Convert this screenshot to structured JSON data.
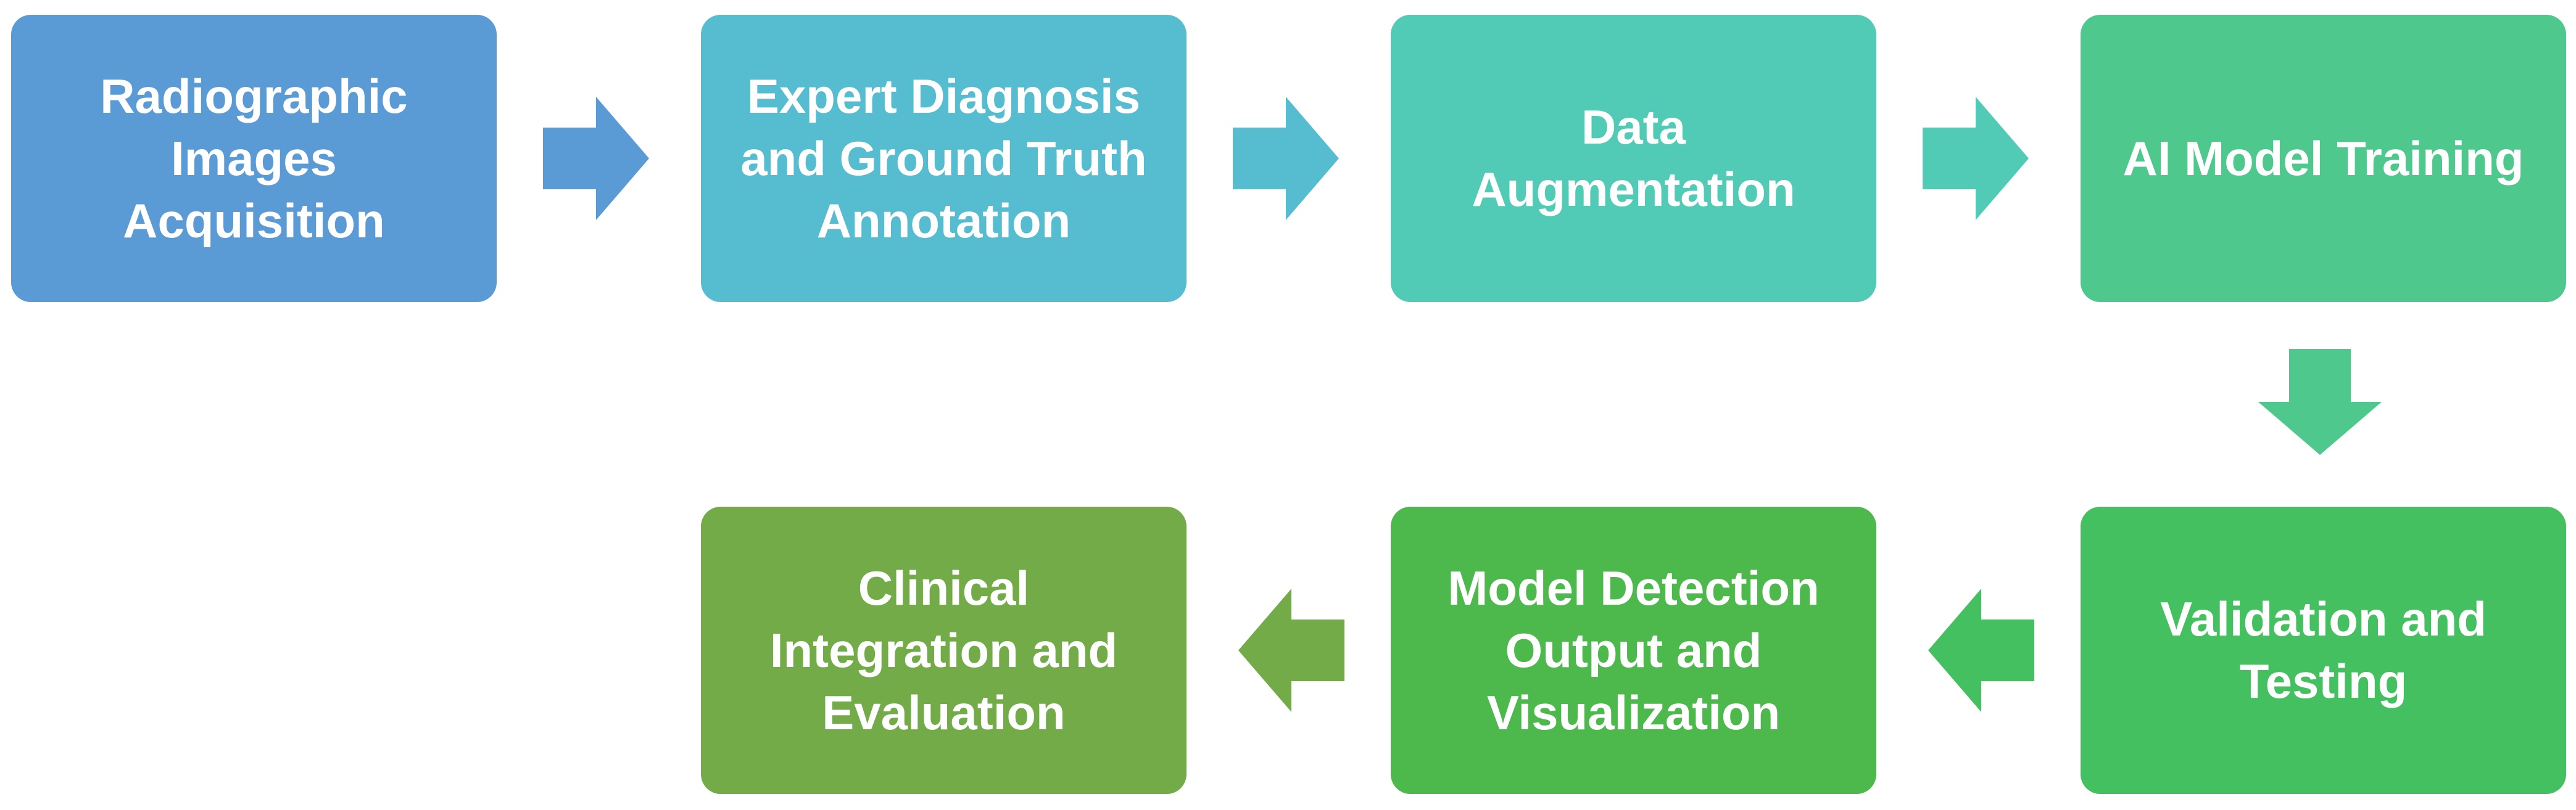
{
  "steps": [
    {
      "id": "radiographic-images-acquisition",
      "lines": [
        "Radiographic",
        "Images",
        "Acquisition"
      ],
      "color": "#5b9bd5"
    },
    {
      "id": "expert-diagnosis-ground-truth",
      "lines": [
        "Expert Diagnosis",
        "and Ground Truth",
        "Annotation"
      ],
      "color": "#56bccf"
    },
    {
      "id": "data-augmentation",
      "lines": [
        "Data",
        "Augmentation"
      ],
      "color": "#51cbb6"
    },
    {
      "id": "ai-model-training",
      "lines": [
        "AI Model Training"
      ],
      "color": "#4ec88c"
    },
    {
      "id": "validation-and-testing",
      "lines": [
        "Validation and",
        "Testing"
      ],
      "color": "#45c061"
    },
    {
      "id": "model-detection-output",
      "lines": [
        "Model Detection",
        "Output and",
        "Visualization"
      ],
      "color": "#4db84c"
    },
    {
      "id": "clinical-integration-evaluation",
      "lines": [
        "Clinical",
        "Integration and",
        "Evaluation"
      ],
      "color": "#72ab47"
    }
  ],
  "arrows": [
    {
      "direction": "right",
      "color": "#5b9bd5"
    },
    {
      "direction": "right",
      "color": "#56bccf"
    },
    {
      "direction": "right",
      "color": "#51cbb6"
    },
    {
      "direction": "down",
      "color": "#4ec88c"
    },
    {
      "direction": "left",
      "color": "#45c061"
    },
    {
      "direction": "left",
      "color": "#72ab47"
    }
  ]
}
